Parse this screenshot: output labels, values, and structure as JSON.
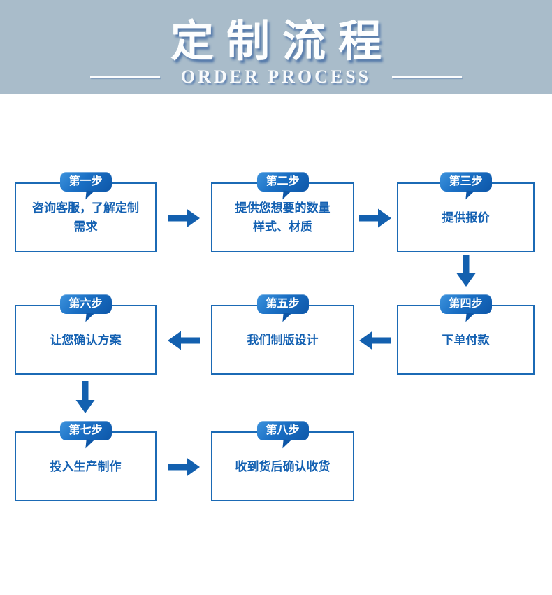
{
  "header": {
    "title": "定制流程",
    "subtitle": "ORDER PROCESS"
  },
  "steps": [
    {
      "tab": "第一步",
      "text": "咨询客服，了解定制\n需求"
    },
    {
      "tab": "第二步",
      "text": "提供您想要的数量\n样式、材质"
    },
    {
      "tab": "第三步",
      "text": "提供报价"
    },
    {
      "tab": "第四步",
      "text": "下单付款"
    },
    {
      "tab": "第五步",
      "text": "我们制版设计"
    },
    {
      "tab": "第六步",
      "text": "让您确认方案"
    },
    {
      "tab": "第七步",
      "text": "投入生产制作"
    },
    {
      "tab": "第八步",
      "text": "收到货后确认收货"
    }
  ],
  "flow_order": "1→2→3→4→5→6→7→8",
  "icons": {
    "right_arrow": "→",
    "left_arrow": "←",
    "down_arrow": "↓"
  },
  "colors": {
    "header_bg": "#a9bcca",
    "header_text": "#fdfefe",
    "box_border": "#1b6ab5",
    "box_text": "#1461b2",
    "tab_gradient_start": "#3d93dd",
    "tab_gradient_end": "#0e57a8",
    "arrow": "#1360af"
  }
}
